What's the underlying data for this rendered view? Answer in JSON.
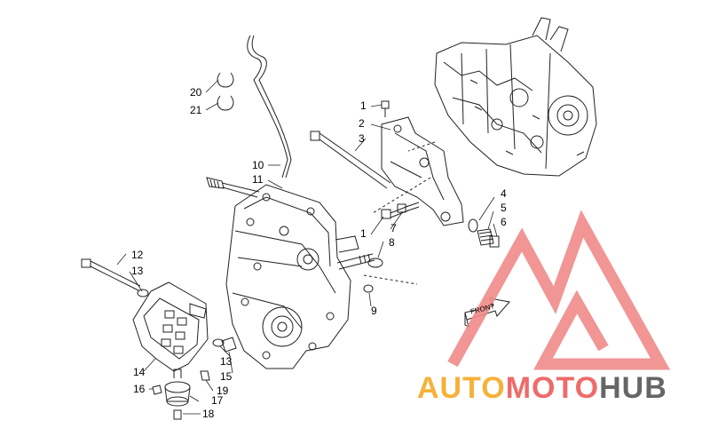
{
  "callouts": {
    "c1a": "1",
    "c2": "2",
    "c3": "3",
    "c4": "4",
    "c5": "5",
    "c6": "6",
    "c1b": "1",
    "c7": "7",
    "c8": "8",
    "c9": "9",
    "c10": "10",
    "c11": "11",
    "c12": "12",
    "c13a": "13",
    "c13b": "13",
    "c14": "14",
    "c15": "15",
    "c16": "16",
    "c17": "17",
    "c18": "18",
    "c19": "19",
    "c20": "20",
    "c21": "21"
  },
  "front_tag": "FRONT",
  "watermark": {
    "part1": "AUTO",
    "part2": "MOTO",
    "part3": "HUB",
    "color_auto": "#f5b13a",
    "color_moto": "#ee6b6b",
    "color_hub": "#666666",
    "logo_color": "#f08a8a"
  }
}
